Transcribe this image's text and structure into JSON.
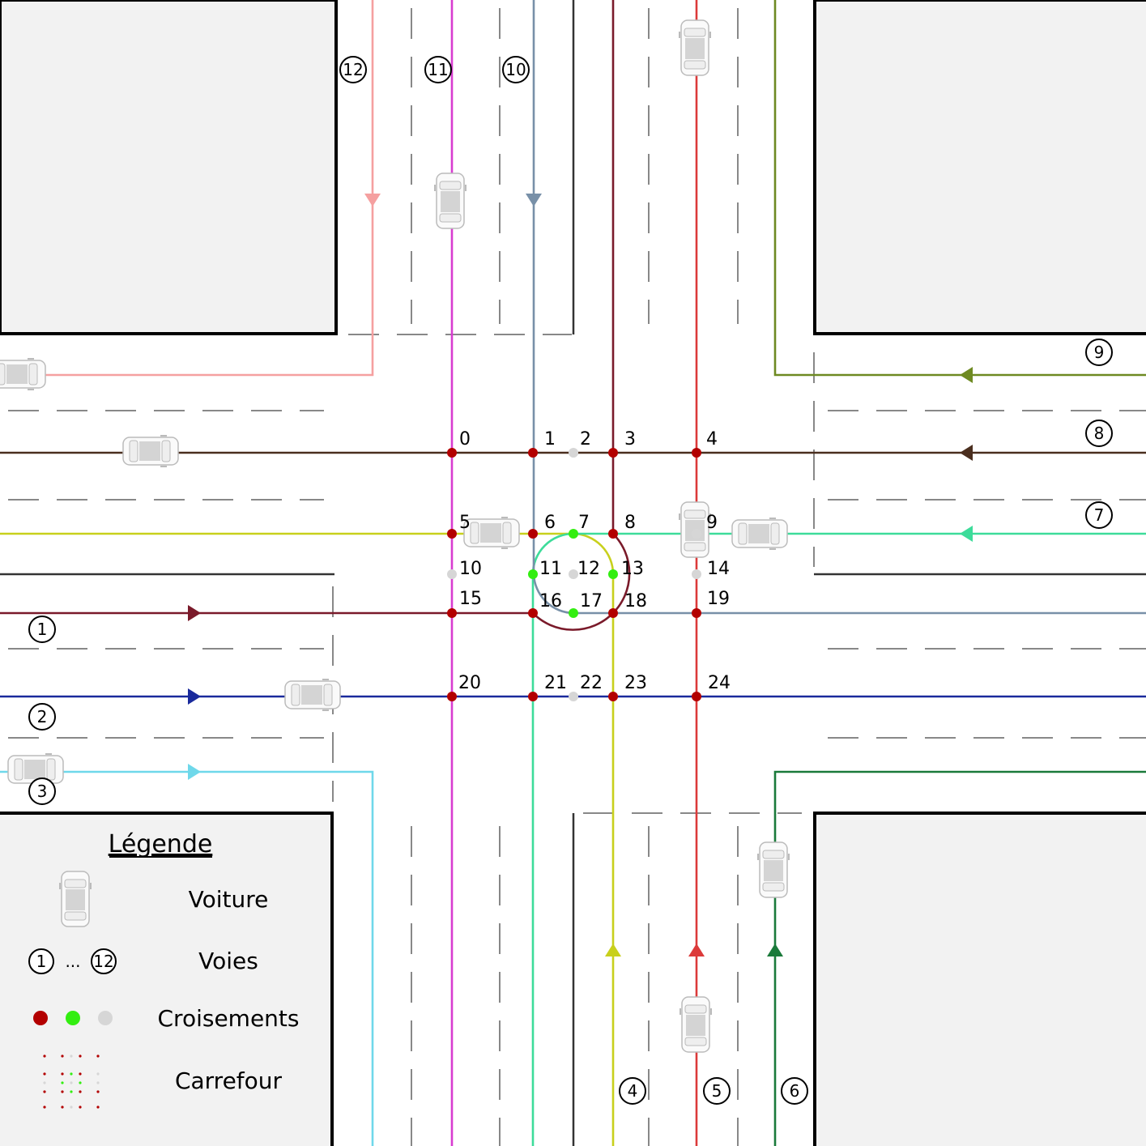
{
  "colors": {
    "block": "#f2f2f2",
    "curb": "#000000",
    "lane_divider": "#888888",
    "crossing_red": "#b30000",
    "crossing_green": "#33ee11",
    "crossing_gray": "#d6d6d6"
  },
  "lanes": [
    {
      "id": "1",
      "label": "1",
      "color": "#7a1a2a"
    },
    {
      "id": "2",
      "label": "2",
      "color": "#1a2a9c"
    },
    {
      "id": "3",
      "label": "3",
      "color": "#6fd8ea"
    },
    {
      "id": "4",
      "label": "4",
      "color": "#c8d01c"
    },
    {
      "id": "5",
      "label": "5",
      "color": "#dc3a3a"
    },
    {
      "id": "6",
      "label": "6",
      "color": "#1a7a3a"
    },
    {
      "id": "7",
      "label": "7",
      "color": "#3ddc9a"
    },
    {
      "id": "8",
      "label": "8",
      "color": "#4a2e1e"
    },
    {
      "id": "9",
      "label": "9",
      "color": "#6e8a22"
    },
    {
      "id": "10",
      "label": "10",
      "color": "#7890a8"
    },
    {
      "id": "11",
      "label": "11",
      "color": "#d83cd0"
    },
    {
      "id": "12",
      "label": "12",
      "color": "#f5a0a0"
    }
  ],
  "crossings": [
    {
      "label": "0",
      "state": "red"
    },
    {
      "label": "1",
      "state": "red"
    },
    {
      "label": "2",
      "state": "gray"
    },
    {
      "label": "3",
      "state": "red"
    },
    {
      "label": "4",
      "state": "red"
    },
    {
      "label": "5",
      "state": "red"
    },
    {
      "label": "6",
      "state": "red"
    },
    {
      "label": "7",
      "state": "green"
    },
    {
      "label": "8",
      "state": "red"
    },
    {
      "label": "9",
      "state": "gray"
    },
    {
      "label": "10",
      "state": "gray"
    },
    {
      "label": "11",
      "state": "green"
    },
    {
      "label": "12",
      "state": "gray"
    },
    {
      "label": "13",
      "state": "green"
    },
    {
      "label": "14",
      "state": "gray"
    },
    {
      "label": "15",
      "state": "red"
    },
    {
      "label": "16",
      "state": "red"
    },
    {
      "label": "17",
      "state": "green"
    },
    {
      "label": "18",
      "state": "red"
    },
    {
      "label": "19",
      "state": "red"
    },
    {
      "label": "20",
      "state": "red"
    },
    {
      "label": "21",
      "state": "red"
    },
    {
      "label": "22",
      "state": "gray"
    },
    {
      "label": "23",
      "state": "red"
    },
    {
      "label": "24",
      "state": "red"
    }
  ],
  "legend": {
    "title": "Légende",
    "car": "Voiture",
    "lanes": "Voies",
    "lanes_first": "1",
    "lanes_dots": "...",
    "lanes_last": "12",
    "crossings": "Croisements",
    "junction": "Carrefour"
  }
}
